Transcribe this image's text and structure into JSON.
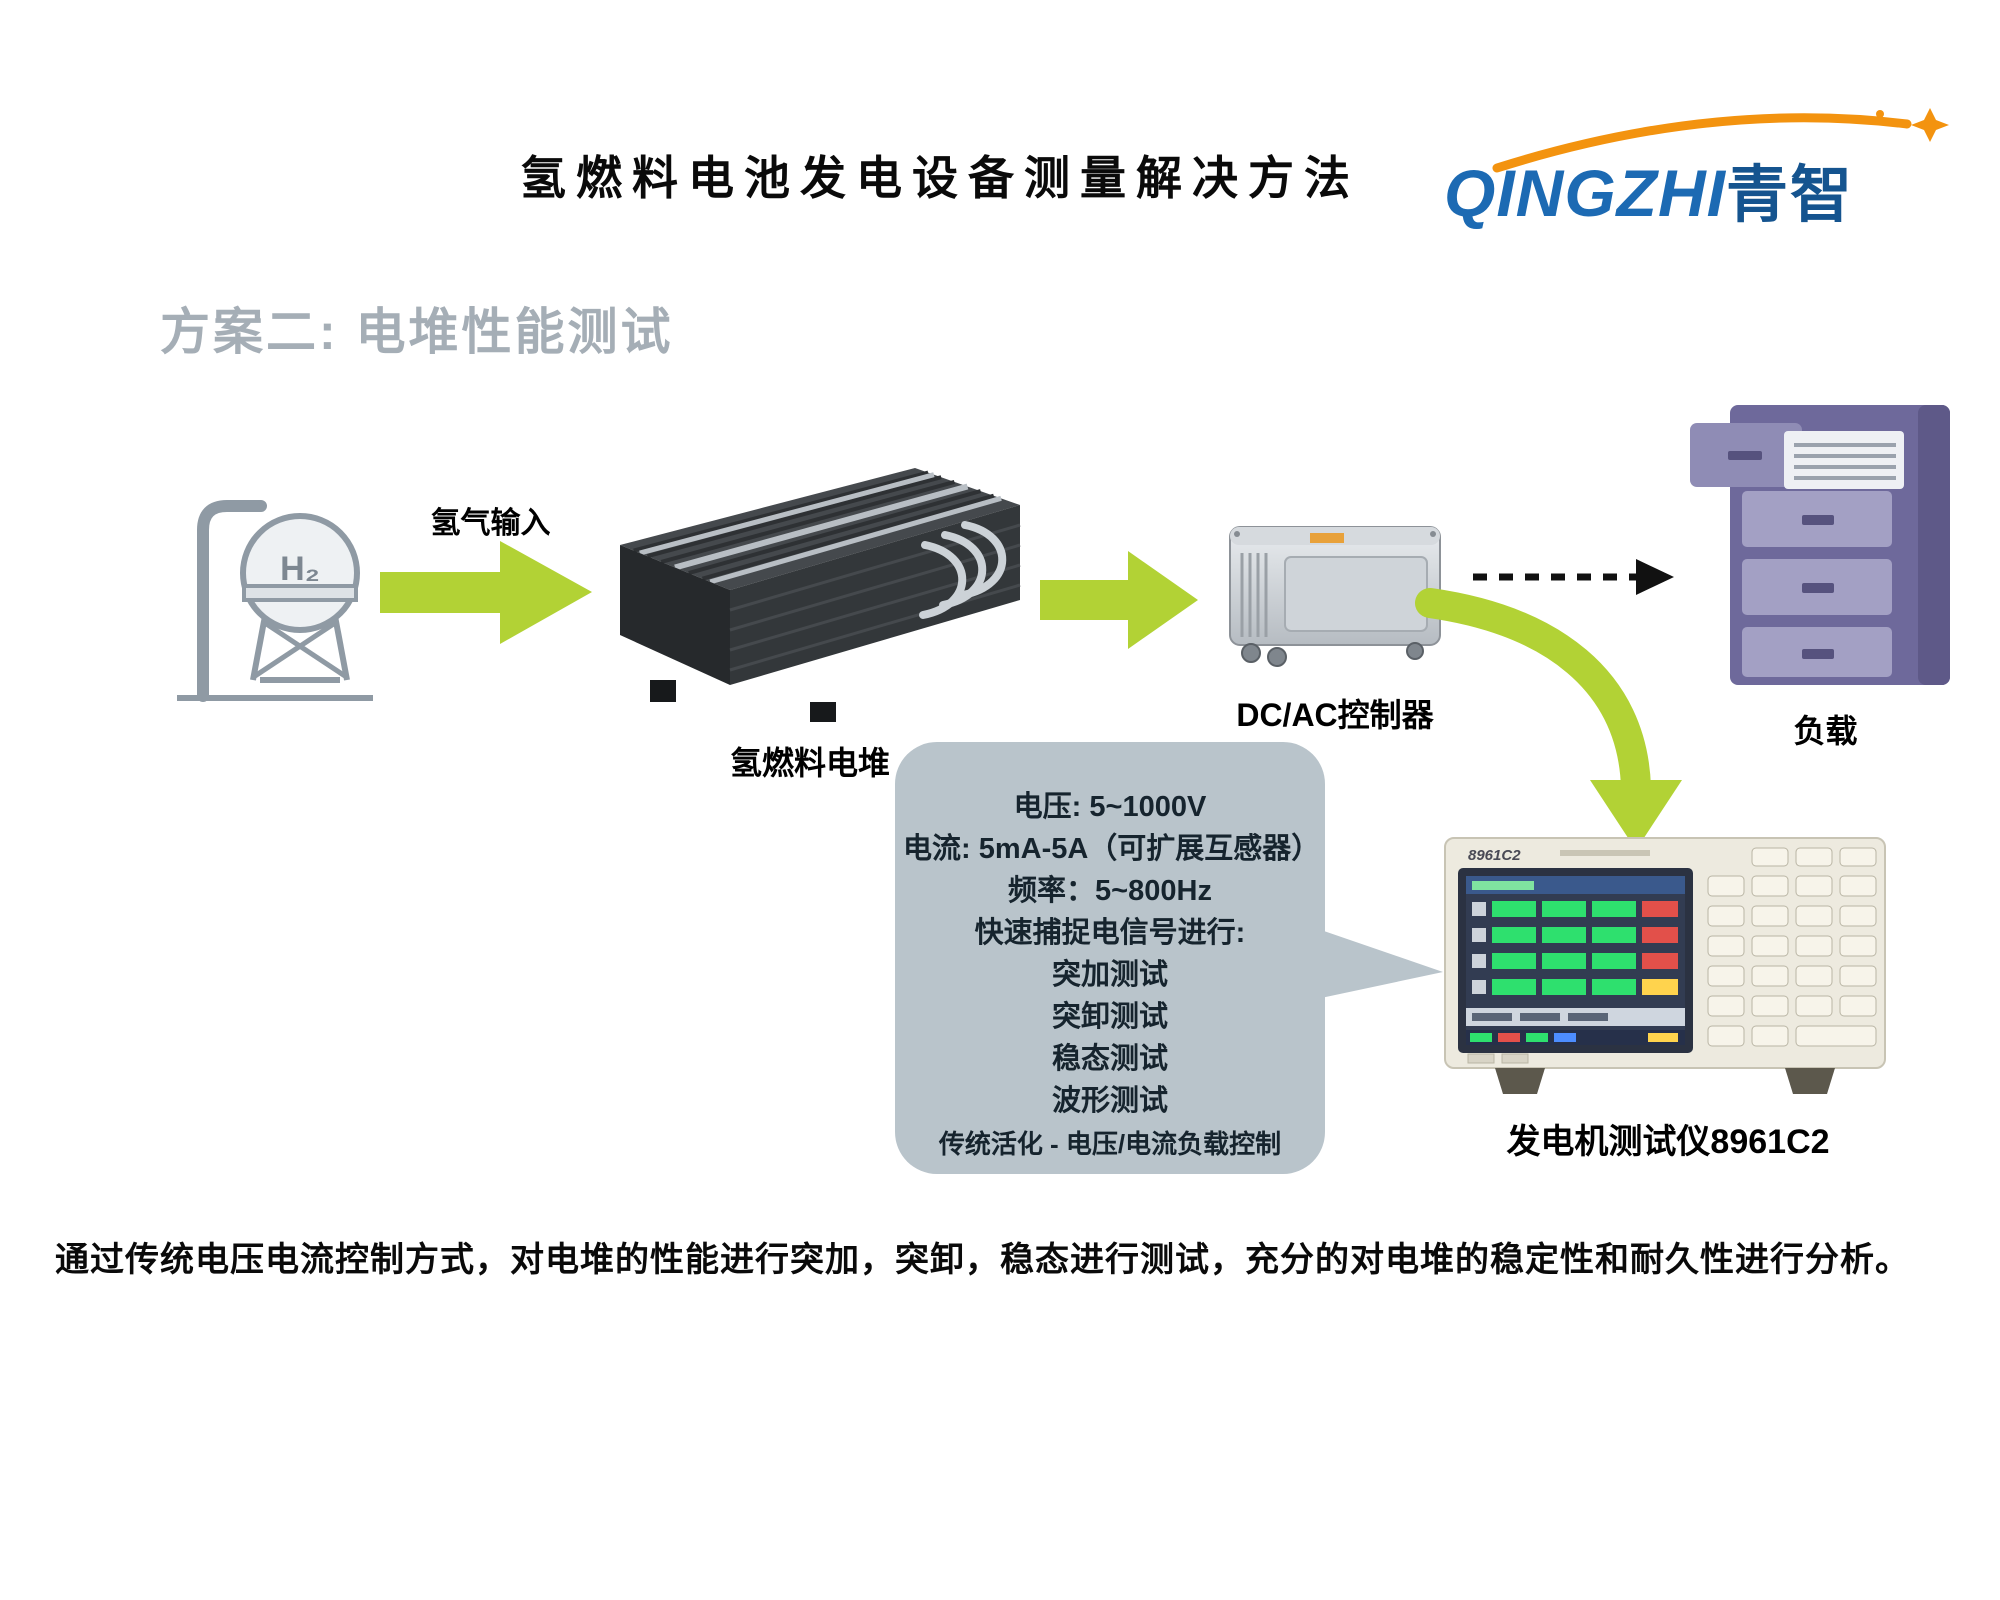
{
  "header": {
    "title": "氢燃料电池发电设备测量解决方法"
  },
  "logo": {
    "latin": "QINGZHI",
    "cjk": "青智"
  },
  "section": {
    "subtitle": "方案二: 电堆性能测试"
  },
  "flow": {
    "tank_label": "H₂",
    "hydrogen_input": "氢气输入",
    "stack_label": "氢燃料电堆",
    "controller_label": "DC/AC控制器",
    "load_label": "负载",
    "tester_label": "发电机测试仪8961C2",
    "tester_model": "8961C2"
  },
  "callout": {
    "lines": [
      "电压: 5~1000V",
      "电流: 5mA-5A（可扩展互感器）",
      "频率：5~800Hz",
      "快速捕捉电信号进行:",
      "突加测试",
      "突卸测试",
      "稳态测试",
      "波形测试",
      "传统活化 - 电压/电流负载控制"
    ]
  },
  "footer": {
    "description": "通过传统电压电流控制方式，对电堆的性能进行突加，突卸，稳态进行测试，充分的对电堆的稳定性和耐久性进行分析。"
  },
  "colors": {
    "accent_green": "#b2d235",
    "callout_bg": "#b9c4cb",
    "subtitle_gray": "#a5aeb6",
    "logo_blue": "#1c6ab3",
    "logo_orange": "#f3930f",
    "cabinet_purple": "#6e699b"
  }
}
